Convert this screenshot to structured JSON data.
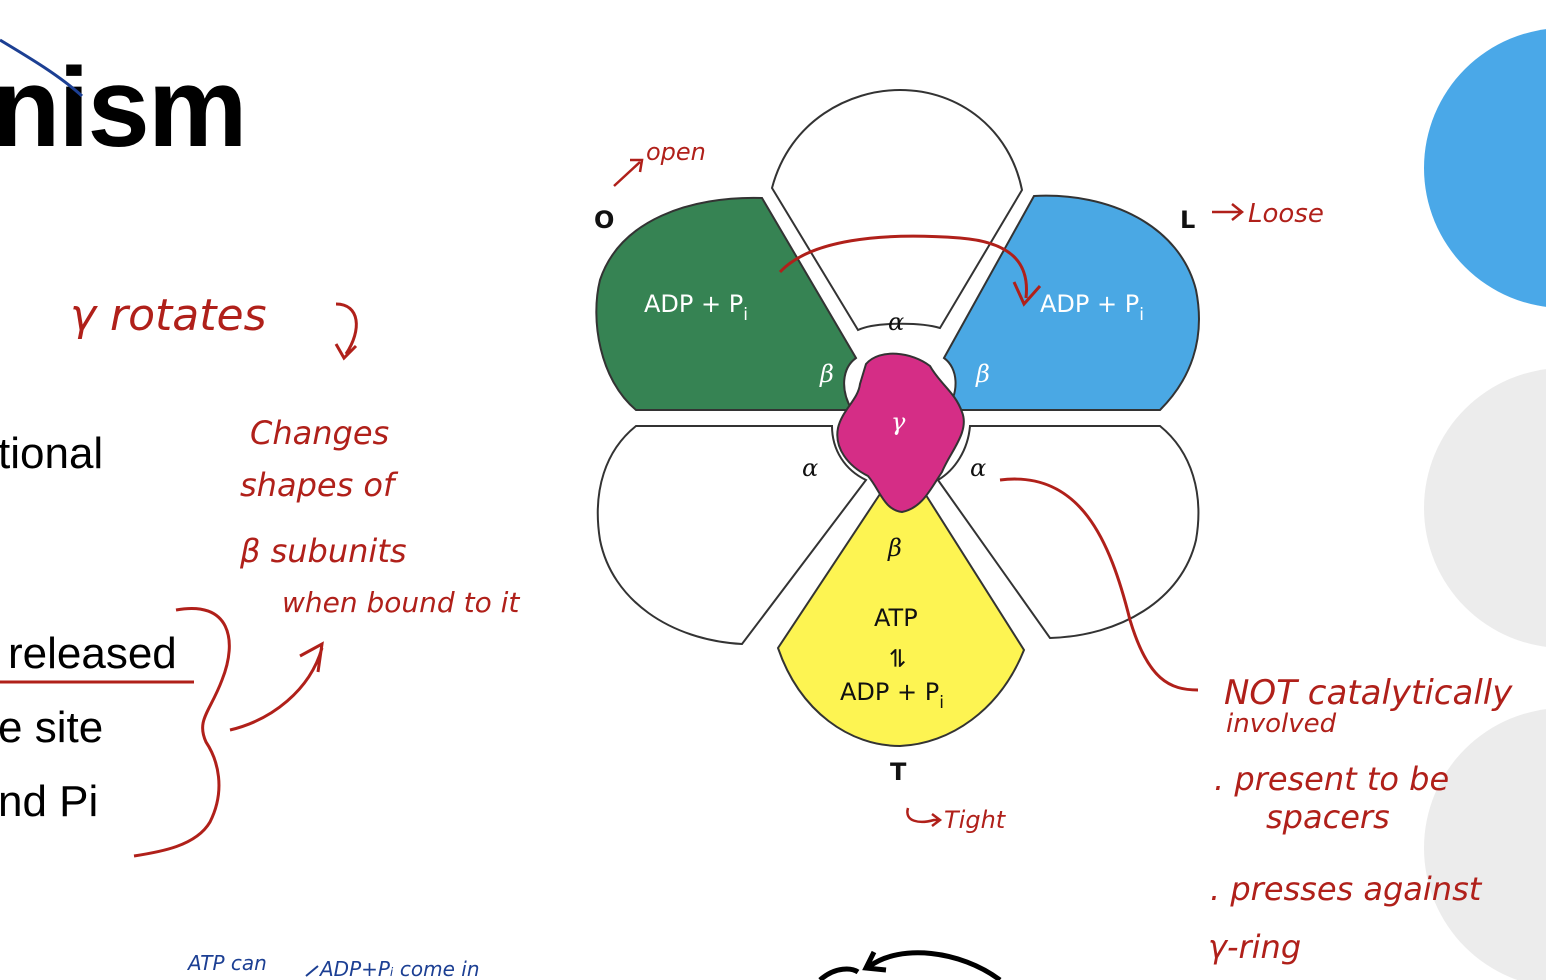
{
  "slide": {
    "title_fragment": "nism",
    "lines": [
      "tional",
      "released",
      "e site",
      "nd Pi"
    ]
  },
  "diagram": {
    "corners": {
      "open": "O",
      "loose": "L",
      "tight": "T"
    },
    "sites": {
      "o": {
        "line1": "ADP + P",
        "sub": "i"
      },
      "l": {
        "line1": "ADP + P",
        "sub": "i"
      },
      "t": {
        "line1": "ATP",
        "arrow": "⇌",
        "line3": "ADP + P",
        "sub": "i"
      }
    },
    "greek": {
      "beta": "β",
      "alpha": "α",
      "gamma": "γ"
    },
    "colors": {
      "o_site": "#368353",
      "l_site": "#4aa8e4",
      "t_site": "#fdf452",
      "gamma": "#d52d86",
      "outline": "#333333"
    }
  },
  "annotations": {
    "open": "open",
    "loose": "Loose",
    "tight": "Tight",
    "gamma_rotates": "γ rotates",
    "changes_1": "Changes",
    "changes_2": "shapes of",
    "changes_3": "β subunits",
    "changes_4": "when bound to it",
    "not_1": "NOT catalytically",
    "not_2": "involved",
    "present_1": ". present to be",
    "present_2": "spacers",
    "presses_1": ". presses against",
    "presses_2": "γ-ring",
    "bottom_1": "ATP can",
    "bottom_2": "ADP+Pᵢ come in"
  },
  "decor": {
    "circle_colors": [
      "#4aa8e8",
      "#ececec"
    ]
  }
}
